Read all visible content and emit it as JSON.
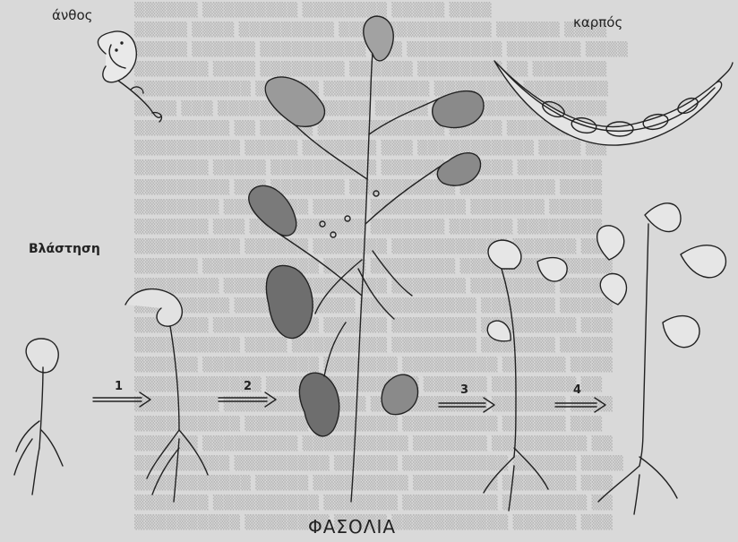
{
  "labels": {
    "flower": "άνθος",
    "fruit": "καρπός",
    "germination": "Βλάστηση",
    "title": "ΦΑΣΟΛΙΑ"
  },
  "steps": [
    "1",
    "2",
    "3",
    "4"
  ],
  "colors": {
    "background": "#d9d9d9",
    "ink": "#222222",
    "leaf": "#8a8a8a"
  }
}
